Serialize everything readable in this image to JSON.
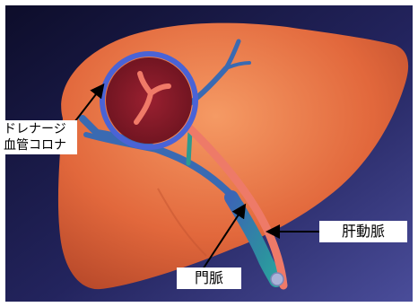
{
  "labels": {
    "drainage_line1": "ドレナージ",
    "drainage_line2": "血管コロナ",
    "hepatic_artery": "肝動脈",
    "portal_vein": "門脈"
  },
  "colors": {
    "background_dark": "#14143a",
    "background_light": "#3a3c86",
    "liver": "#e0663a",
    "liver_highlight": "#f08a55",
    "liver_shadow": "#b04422",
    "artery": "#f07a6a",
    "portal_vein_blue": "#3c6fb0",
    "portal_vein_teal": "#2f9c9a",
    "tumor": "#8a1a26",
    "tumor_ring": "#4a64d8",
    "arrow": "#000000"
  },
  "icons": {
    "tumor": "tumor-circle-icon",
    "catheter_tip": "catheter-tip-icon"
  }
}
